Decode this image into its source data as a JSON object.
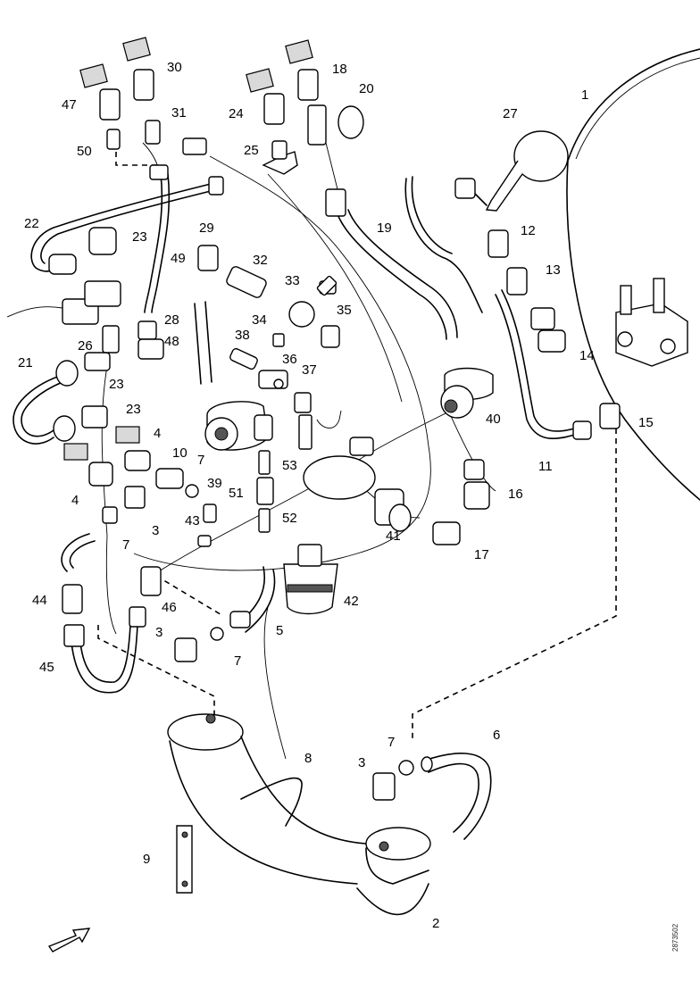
{
  "reference_code": "2873502",
  "callouts": {
    "c1": "1",
    "c2": "2",
    "c3a": "3",
    "c3b": "3",
    "c3c": "3",
    "c4a": "4",
    "c4b": "4",
    "c5": "5",
    "c6": "6",
    "c7a": "7",
    "c7b": "7",
    "c7c": "7",
    "c7d": "7",
    "c8": "8",
    "c9": "9",
    "c10": "10",
    "c11": "11",
    "c12": "12",
    "c13": "13",
    "c14": "14",
    "c15": "15",
    "c16": "16",
    "c17": "17",
    "c18": "18",
    "c19": "19",
    "c20": "20",
    "c21": "21",
    "c22": "22",
    "c23a": "23",
    "c23b": "23",
    "c23c": "23",
    "c24": "24",
    "c25": "25",
    "c26": "26",
    "c27": "27",
    "c28": "28",
    "c29": "29",
    "c30": "30",
    "c31": "31",
    "c32": "32",
    "c33": "33",
    "c34": "34",
    "c35": "35",
    "c36": "36",
    "c37": "37",
    "c38": "38",
    "c39": "39",
    "c40": "40",
    "c41": "41",
    "c42": "42",
    "c43": "43",
    "c44": "44",
    "c45": "45",
    "c46": "46",
    "c47": "47",
    "c48": "48",
    "c49": "49",
    "c50": "50",
    "c51": "51",
    "c52": "52",
    "c53": "53"
  }
}
